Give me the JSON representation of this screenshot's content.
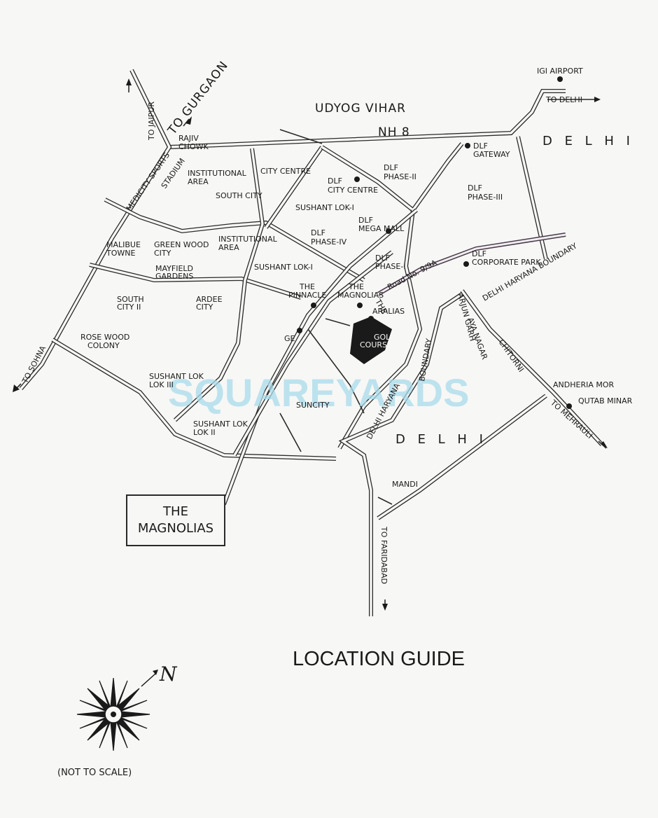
{
  "map": {
    "title": "LOCATION GUIDE",
    "scale_note": "(NOT TO SCALE)",
    "north_label": "N",
    "watermark": "SQUAREYARDS",
    "project_box": {
      "line1": "THE",
      "line2": "MAGNOLIAS"
    },
    "labels": {
      "udyog_vihar": "UDYOG VIHAR",
      "nh8": "NH 8",
      "delhi_top": "D E L H I",
      "delhi_bottom": "D E L H I",
      "to_gurgaon": "TO GURGAON",
      "to_jaipur": "TO JAIPUR",
      "rajiv_chowk_1": "RAJIV",
      "rajiv_chowk_2": "CHOWK",
      "igi_airport": "IGI AIRPORT",
      "to_delhi": "TO DELHI",
      "dlf_gateway_1": "DLF",
      "dlf_gateway_2": "GATEWAY",
      "dlf_phase2_1": "DLF",
      "dlf_phase2_2": "PHASE-II",
      "dlf_phase3_1": "DLF",
      "dlf_phase3_2": "PHASE-III",
      "institutional_area_1": "INSTITUTIONAL",
      "institutional_area_2": "AREA",
      "city_centre": "CITY CENTRE",
      "dlf_city_centre_1": "DLF",
      "dlf_city_centre_2": "CITY CENTRE",
      "south_city": "SOUTH CITY",
      "sushant_lok_1_top": "SUSHANT LOK-I",
      "dlf_mega_mall_1": "DLF",
      "dlf_mega_mall_2": "MEGA MALL",
      "dlf_phase4_1": "DLF",
      "dlf_phase4_2": "PHASE-IV",
      "medicity_1": "MEDICITY SPORTS",
      "medicity_2": "STADIUM",
      "malibue_1": "MALIBUE",
      "malibue_2": "TOWNE",
      "green_wood_1": "GREEN WOOD",
      "green_wood_2": "CITY",
      "institutional_area2_1": "INSTITUTIONAL",
      "institutional_area2_2": "AREA",
      "mayfield_1": "MAYFIELD",
      "mayfield_2": "GARDENS",
      "sushant_lok_1_mid": "SUSHANT LOK-I",
      "dlf_phase1_1": "DLF",
      "dlf_phase1_2": "PHASE-I",
      "dlf_corporate_1": "DLF",
      "dlf_corporate_2": "CORPORATE PARK",
      "road_no": "Road No. 9/9A",
      "delhi_haryana_boundary_top": "DELHI HARYANA BOUNDARY",
      "south_city2_1": "SOUTH",
      "south_city2_2": "CITY II",
      "ardee_1": "ARDEE",
      "ardee_2": "CITY",
      "pinnacle_1": "THE",
      "pinnacle_2": "PINNACLE",
      "magnolias_1": "THE",
      "magnolias_2": "MAGNOLIAS",
      "aralias_1": "THE",
      "aralias_2": "ARALIAS",
      "arjun_garh": "ARJUN GARH",
      "aya_nagar": "AYA NAGAR",
      "golf_course_1": "GOLF",
      "golf_course_2": "COURSE",
      "ge": "GE",
      "rose_wood_1": "ROSE WOOD",
      "rose_wood_2": "COLONY",
      "to_sohna": "TO SOHNA",
      "sushant_lok3_1": "SUSHANT LOK",
      "sushant_lok3_2": "LOK III",
      "suncity": "SUNCITY",
      "boundary": "BOUNDARY",
      "delhi_haryana": "DELHI HARYANA",
      "chitorni": "CHITORNI",
      "andheria_mor": "ANDHERIA MOR",
      "qutab_minar": "QUTAB MINAR",
      "to_mehrauli": "TO MEHRAULI",
      "sushant_lok2_1": "SUSHANT LOK",
      "sushant_lok2_2": "LOK II",
      "mandi": "MANDI",
      "to_faridabad": "TO FARIDABAD"
    }
  }
}
